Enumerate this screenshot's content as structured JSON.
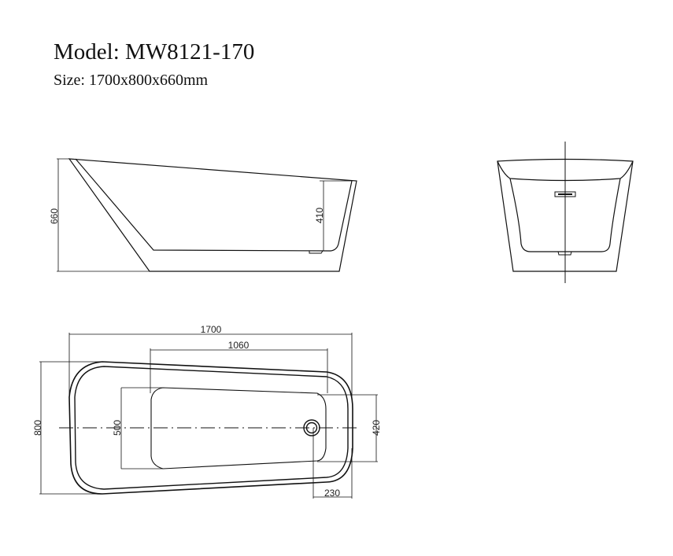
{
  "header": {
    "model": "Model: MW8121-170",
    "size": "Size: 1700x800x660mm"
  },
  "side_view": {
    "height_total": "660",
    "inner_depth": "410"
  },
  "end_view": {},
  "top_view": {
    "length": "1700",
    "inner_length": "1060",
    "width": "800",
    "inner_width_left": "500",
    "inner_width_right": "420",
    "drain_offset": "230"
  },
  "colors": {
    "line": "#111111",
    "background": "#ffffff"
  }
}
